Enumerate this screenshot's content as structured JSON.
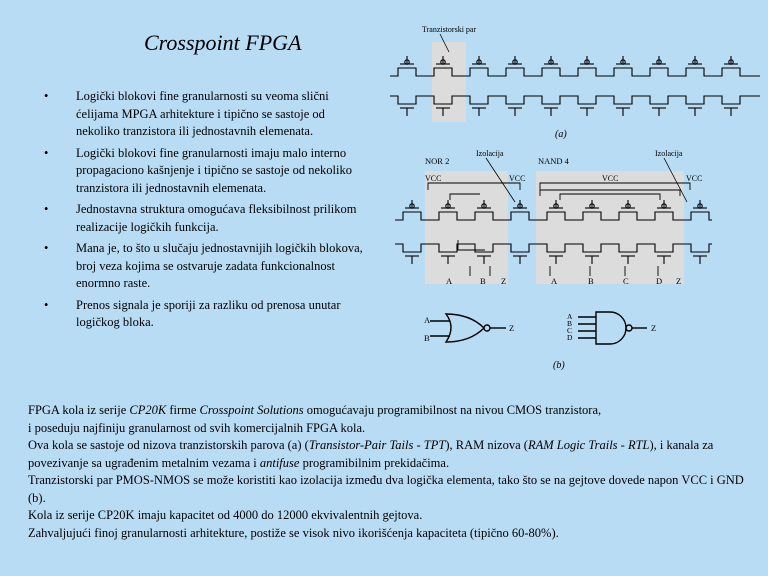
{
  "title": "Crosspoint FPGA",
  "bullets": [
    "Logički blokovi fine granularnosti su veoma slični ćelijama MPGA arhitekture i tipično se sastoje od nekoliko tranzistora ili jednostavnih elemenata.",
    "Logički blokovi fine granularnosti imaju malo interno propagaciono kašnjenje i tipično se sastoje od nekoliko tranzistora ili jednostavnih elemenata.",
    "Jednostavna struktura omogućava fleksibilnost prilikom realizacije logičkih funkcija.",
    "Mana je, to što u slučaju jednostavnijih logičkih blokova, broj veza kojima se ostvaruje zadata funkcionalnost  enormno raste.",
    "Prenos signala je sporiji za razliku od prenosa unutar logičkog bloka."
  ],
  "bullet_symbol": "•",
  "figure": {
    "pair_label": "Tranzistorski par",
    "caption_a": "(a)",
    "caption_b": "(b)",
    "nor_label": "NOR 2",
    "nand_label": "NAND 4",
    "isolation_label_1": "Izolacija",
    "isolation_label_2": "Izolacija",
    "vcc": "VCC",
    "nor_inputs": [
      "A",
      "B"
    ],
    "nand_inputs": [
      "A",
      "B",
      "C",
      "D"
    ],
    "output": "Z",
    "nor_gate_inputs": [
      "A",
      "B"
    ],
    "nand_gate_inputs": [
      "A",
      "B",
      "C",
      "D"
    ]
  },
  "paragraph": {
    "p1_a": "FPGA kola iz serije ",
    "p1_b": "CP20K",
    "p1_c": " firme ",
    "p1_d": "Crosspoint Solutions",
    "p1_e": " omogućavaju programibilnost na nivou CMOS tranzistora,",
    "p2": "i poseduju najfiniju granularnost od svih komercijalnih FPGA kola.",
    "p3_a": "Ova kola se sastoje od nizova tranzistorskih parova (a)  (",
    "p3_b": "Transistor-Pair Tails - TPT",
    "p3_c": "), RAM nizova (",
    "p3_d": "RAM Logic Trails - RTL",
    "p3_e": "), i kanala za povezivanje sa ugrađenim metalnim vezama i ",
    "p3_f": "antifuse",
    "p3_g": " programibilnim prekidačima.",
    "p4": "Tranzistorski par PMOS-NMOS se može koristiti kao izolacija između dva logička elementa, tako što se na gejtove dovede napon VCC i GND (b).",
    "p5": "Kola iz serije CP20K imaju kapacitet od 4000 do 12000 ekvivalentnih gejtova.",
    "p6": "Zahvaljujući finoj granularnosti arhitekture, postiže se visok nivo ikorišćenja kapaciteta (tipično 60-80%)."
  },
  "colors": {
    "background": "#b9dcf5",
    "highlight": "#dcdcdc",
    "ink": "#000000"
  }
}
